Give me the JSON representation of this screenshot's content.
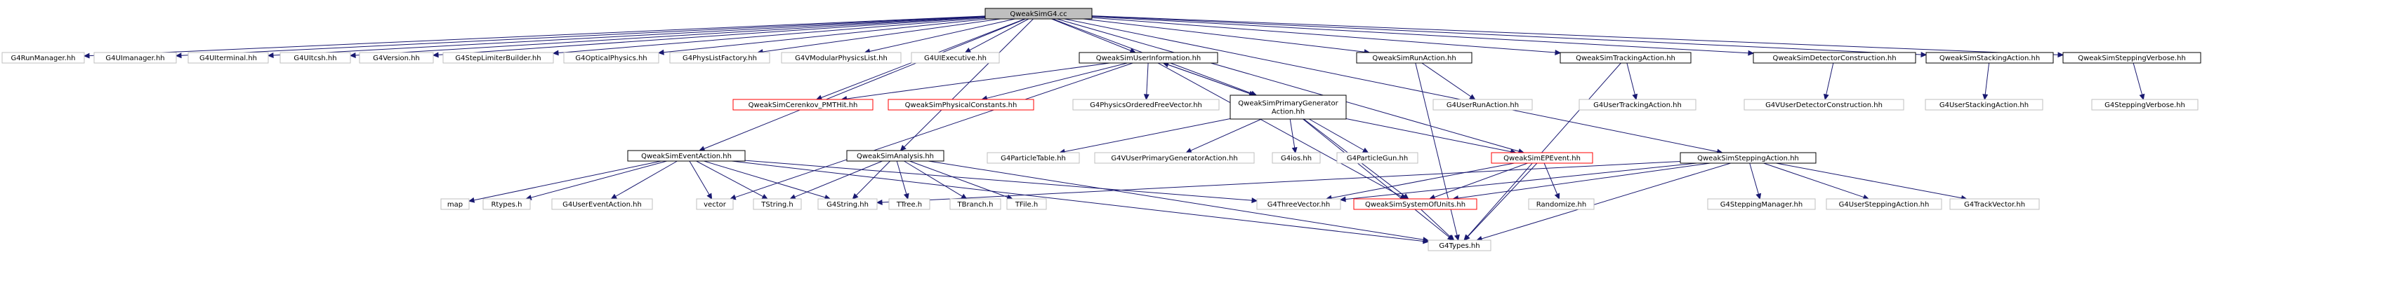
{
  "colors": {
    "edge": "#191970",
    "root_fill": "#bfbfbf",
    "root_border": "#000000",
    "doc_border": "#000000",
    "external_border": "#bfbfbf",
    "missing_border": "#ff0000",
    "node_fill": "#ffffff",
    "text": "#000000"
  },
  "nodes": [
    {
      "id": "root",
      "label": "QweakSimG4.cc",
      "kind": "root"
    },
    {
      "id": "g4runmanager",
      "label": "G4RunManager.hh",
      "kind": "external"
    },
    {
      "id": "g4uimanager",
      "label": "G4UImanager.hh",
      "kind": "external"
    },
    {
      "id": "g4uiterminal",
      "label": "G4UIterminal.hh",
      "kind": "external"
    },
    {
      "id": "g4uitcsh",
      "label": "G4UItcsh.hh",
      "kind": "external"
    },
    {
      "id": "g4version",
      "label": "G4Version.hh",
      "kind": "external"
    },
    {
      "id": "g4steplimiter",
      "label": "G4StepLimiterBuilder.hh",
      "kind": "external"
    },
    {
      "id": "g4optical",
      "label": "G4OpticalPhysics.hh",
      "kind": "external"
    },
    {
      "id": "g4physlist",
      "label": "G4PhysListFactory.hh",
      "kind": "external"
    },
    {
      "id": "g4vmodular",
      "label": "G4VModularPhysicsList.hh",
      "kind": "external"
    },
    {
      "id": "g4uiexec",
      "label": "G4UIExecutive.hh",
      "kind": "external"
    },
    {
      "id": "userinfo",
      "label": "QweakSimUserInformation.hh",
      "kind": "doc"
    },
    {
      "id": "runaction",
      "label": "QweakSimRunAction.hh",
      "kind": "doc"
    },
    {
      "id": "trackingaction",
      "label": "QweakSimTrackingAction.hh",
      "kind": "doc"
    },
    {
      "id": "detconstruction",
      "label": "QweakSimDetectorConstruction.hh",
      "kind": "doc"
    },
    {
      "id": "stackingaction",
      "label": "QweakSimStackingAction.hh",
      "kind": "doc"
    },
    {
      "id": "steppingverbose",
      "label": "QweakSimSteppingVerbose.hh",
      "kind": "doc"
    },
    {
      "id": "cerenkov",
      "label": "QweakSimCerenkov_PMTHit.hh",
      "kind": "missing"
    },
    {
      "id": "physconst",
      "label": "QweakSimPhysicalConstants.hh",
      "kind": "missing"
    },
    {
      "id": "g4physordered",
      "label": "G4PhysicsOrderedFreeVector.hh",
      "kind": "external"
    },
    {
      "id": "primarygen",
      "label": "QweakSimPrimaryGenerator Action.hh",
      "lines": [
        "QweakSimPrimaryGenerator",
        "Action.hh"
      ],
      "kind": "doc"
    },
    {
      "id": "g4userrunaction",
      "label": "G4UserRunAction.hh",
      "kind": "external"
    },
    {
      "id": "g4usertracking",
      "label": "G4UserTrackingAction.hh",
      "kind": "external"
    },
    {
      "id": "g4vuserdet",
      "label": "G4VUserDetectorConstruction.hh",
      "kind": "external"
    },
    {
      "id": "g4userstacking",
      "label": "G4UserStackingAction.hh",
      "kind": "external"
    },
    {
      "id": "g4steppingverbose",
      "label": "G4SteppingVerbose.hh",
      "kind": "external"
    },
    {
      "id": "eventaction",
      "label": "QweakSimEventAction.hh",
      "kind": "doc"
    },
    {
      "id": "analysis",
      "label": "QweakSimAnalysis.hh",
      "kind": "doc"
    },
    {
      "id": "g4particletable",
      "label": "G4ParticleTable.hh",
      "kind": "external"
    },
    {
      "id": "g4vuserprimary",
      "label": "G4VUserPrimaryGeneratorAction.hh",
      "kind": "external"
    },
    {
      "id": "g4ios",
      "label": "G4ios.hh",
      "kind": "external"
    },
    {
      "id": "g4particlegun",
      "label": "G4ParticleGun.hh",
      "kind": "external"
    },
    {
      "id": "epevent",
      "label": "QweakSimEPEvent.hh",
      "kind": "missing"
    },
    {
      "id": "steppingaction",
      "label": "QweakSimSteppingAction.hh",
      "kind": "doc"
    },
    {
      "id": "map",
      "label": "map",
      "kind": "external"
    },
    {
      "id": "rtypes",
      "label": "Rtypes.h",
      "kind": "external"
    },
    {
      "id": "g4usereventaction",
      "label": "G4UserEventAction.hh",
      "kind": "external"
    },
    {
      "id": "vector",
      "label": "vector",
      "kind": "external"
    },
    {
      "id": "tstring",
      "label": "TString.h",
      "kind": "external"
    },
    {
      "id": "g4string",
      "label": "G4String.hh",
      "kind": "external"
    },
    {
      "id": "ttree",
      "label": "TTree.h",
      "kind": "external"
    },
    {
      "id": "tbranch",
      "label": "TBranch.h",
      "kind": "external"
    },
    {
      "id": "tfile",
      "label": "TFile.h",
      "kind": "external"
    },
    {
      "id": "g4threevector",
      "label": "G4ThreeVector.hh",
      "kind": "external"
    },
    {
      "id": "systemofunits",
      "label": "QweakSimSystemOfUnits.hh",
      "kind": "missing"
    },
    {
      "id": "randomize",
      "label": "Randomize.hh",
      "kind": "external"
    },
    {
      "id": "g4steppingmanager",
      "label": "G4SteppingManager.hh",
      "kind": "external"
    },
    {
      "id": "g4usersteppingaction",
      "label": "G4UserSteppingAction.hh",
      "kind": "external"
    },
    {
      "id": "g4trackvector",
      "label": "G4TrackVector.hh",
      "kind": "external"
    },
    {
      "id": "g4types",
      "label": "G4Types.hh",
      "kind": "external"
    }
  ],
  "edges": [
    [
      "root",
      "g4runmanager"
    ],
    [
      "root",
      "g4uimanager"
    ],
    [
      "root",
      "g4uiterminal"
    ],
    [
      "root",
      "g4uitcsh"
    ],
    [
      "root",
      "g4version"
    ],
    [
      "root",
      "g4steplimiter"
    ],
    [
      "root",
      "g4optical"
    ],
    [
      "root",
      "g4physlist"
    ],
    [
      "root",
      "g4vmodular"
    ],
    [
      "root",
      "g4uiexec"
    ],
    [
      "root",
      "userinfo"
    ],
    [
      "root",
      "runaction"
    ],
    [
      "root",
      "trackingaction"
    ],
    [
      "root",
      "detconstruction"
    ],
    [
      "root",
      "stackingaction"
    ],
    [
      "root",
      "steppingverbose"
    ],
    [
      "root",
      "eventaction"
    ],
    [
      "root",
      "analysis"
    ],
    [
      "root",
      "primarygen"
    ],
    [
      "root",
      "epevent"
    ],
    [
      "root",
      "steppingaction"
    ],
    [
      "root",
      "cerenkov"
    ],
    [
      "userinfo",
      "cerenkov"
    ],
    [
      "userinfo",
      "physconst"
    ],
    [
      "userinfo",
      "g4physordered"
    ],
    [
      "userinfo",
      "primarygen"
    ],
    [
      "userinfo",
      "vector"
    ],
    [
      "userinfo",
      "systemofunits"
    ],
    [
      "primarygen",
      "userinfo"
    ],
    [
      "primarygen",
      "g4particletable"
    ],
    [
      "primarygen",
      "g4vuserprimary"
    ],
    [
      "primarygen",
      "g4ios"
    ],
    [
      "primarygen",
      "g4particlegun"
    ],
    [
      "primarygen",
      "epevent"
    ],
    [
      "primarygen",
      "systemofunits"
    ],
    [
      "primarygen",
      "g4types"
    ],
    [
      "runaction",
      "g4userrunaction"
    ],
    [
      "runaction",
      "g4types"
    ],
    [
      "trackingaction",
      "g4usertracking"
    ],
    [
      "trackingaction",
      "g4types"
    ],
    [
      "detconstruction",
      "g4vuserdet"
    ],
    [
      "stackingaction",
      "g4userstacking"
    ],
    [
      "steppingverbose",
      "g4steppingverbose"
    ],
    [
      "eventaction",
      "map"
    ],
    [
      "eventaction",
      "rtypes"
    ],
    [
      "eventaction",
      "g4usereventaction"
    ],
    [
      "eventaction",
      "vector"
    ],
    [
      "eventaction",
      "tstring"
    ],
    [
      "eventaction",
      "g4string"
    ],
    [
      "eventaction",
      "g4threevector"
    ],
    [
      "eventaction",
      "g4types"
    ],
    [
      "analysis",
      "tstring"
    ],
    [
      "analysis",
      "g4string"
    ],
    [
      "analysis",
      "ttree"
    ],
    [
      "analysis",
      "tbranch"
    ],
    [
      "analysis",
      "tfile"
    ],
    [
      "analysis",
      "g4types"
    ],
    [
      "epevent",
      "g4threevector"
    ],
    [
      "epevent",
      "systemofunits"
    ],
    [
      "epevent",
      "randomize"
    ],
    [
      "epevent",
      "g4types"
    ],
    [
      "steppingaction",
      "g4threevector"
    ],
    [
      "steppingaction",
      "systemofunits"
    ],
    [
      "steppingaction",
      "g4string"
    ],
    [
      "steppingaction",
      "g4steppingmanager"
    ],
    [
      "steppingaction",
      "g4usersteppingaction"
    ],
    [
      "steppingaction",
      "g4trackvector"
    ],
    [
      "steppingaction",
      "g4types"
    ],
    [
      "systemofunits",
      "g4types"
    ]
  ]
}
